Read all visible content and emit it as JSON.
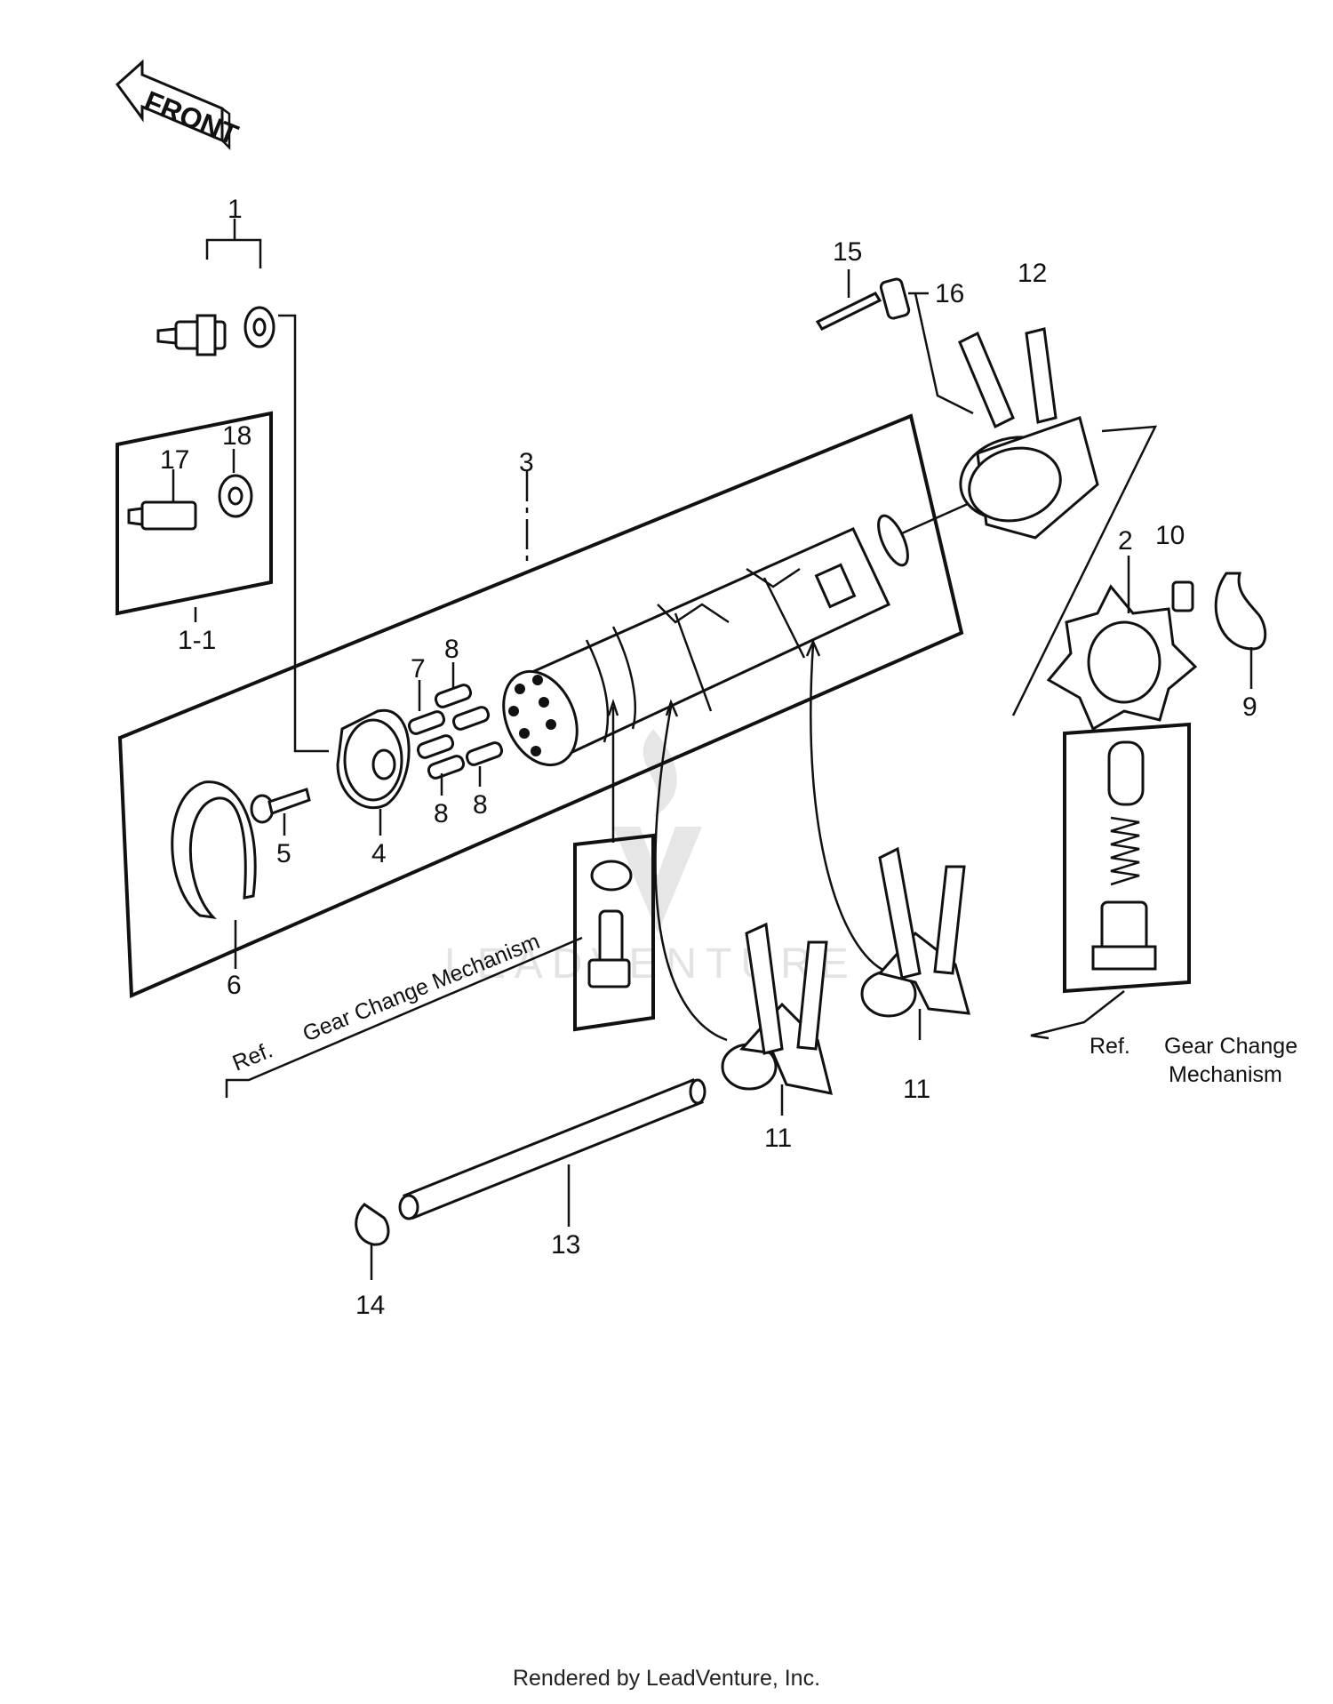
{
  "diagram": {
    "front_arrow_text": "FRONT",
    "callouts": {
      "c1": "1",
      "c1_1": "1-1",
      "c2": "2",
      "c3": "3",
      "c4": "4",
      "c5": "5",
      "c6": "6",
      "c7": "7",
      "c8": "8",
      "c9": "9",
      "c10": "10",
      "c11": "11",
      "c12": "12",
      "c13": "13",
      "c14": "14",
      "c15": "15",
      "c16": "16",
      "c17": "17",
      "c18": "18"
    },
    "ref_left": {
      "ref": "Ref.",
      "text": "Gear Change Mechanism"
    },
    "ref_right": {
      "ref": "Ref.",
      "line1": "Gear Change",
      "line2": "Mechanism"
    },
    "watermark": "LEADVENTURE"
  },
  "footer": {
    "text": "Rendered by LeadVenture, Inc."
  }
}
